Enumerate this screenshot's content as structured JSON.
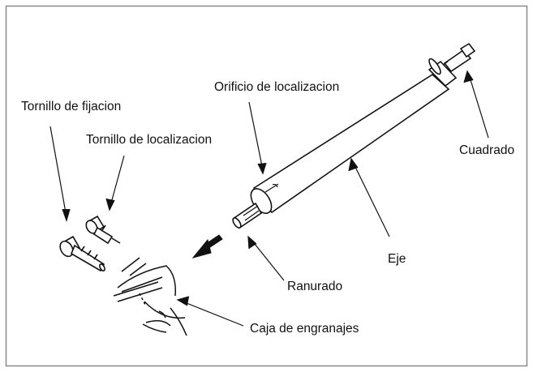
{
  "labels": {
    "orificio": "Orificio de localizacion",
    "tornillo_fijacion": "Tornillo de fijacion",
    "tornillo_localizacion": "Tornillo de localizacion",
    "cuadrado": "Cuadrado",
    "eje": "Eje",
    "ranurado": "Ranurado",
    "caja": "Caja de engranajes"
  },
  "colors": {
    "ink": "#111111",
    "border": "#8a8a8a"
  }
}
